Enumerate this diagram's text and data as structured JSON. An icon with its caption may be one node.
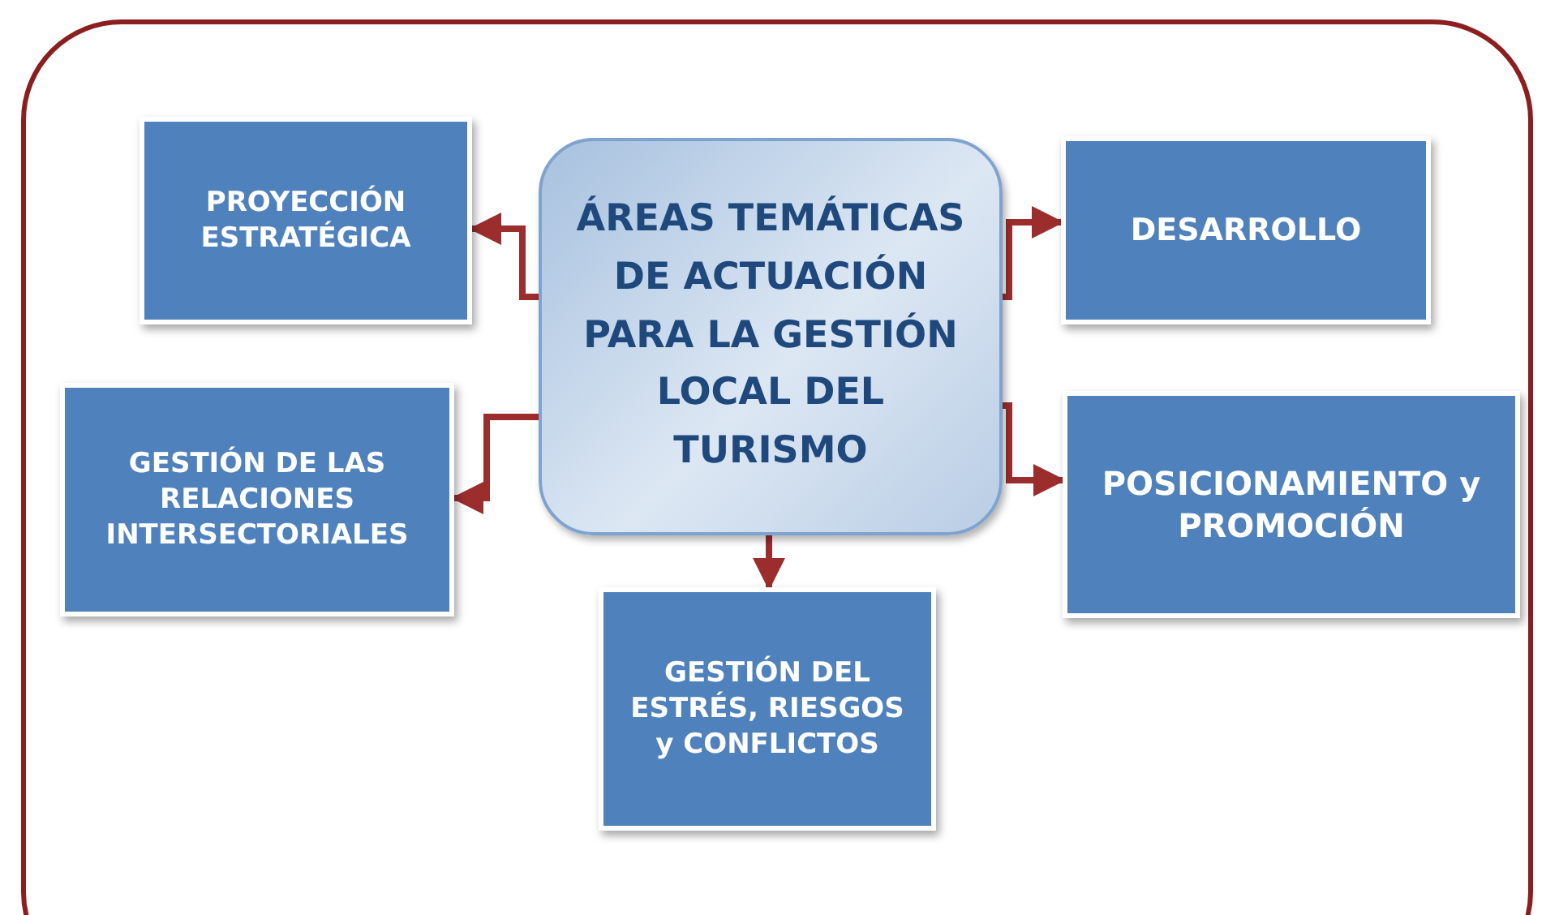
{
  "diagram": {
    "nodes": [
      {
        "text": [
          "ÁREAS TEMÁTICAS DE ACTUACIÓN PARA LA GESTIÓN LOCAL DEL TURISMO"
        ]
      },
      {
        "text": [
          "PROYECCIÓN ESTRATÉGICA"
        ]
      },
      {
        "text": [
          "DESARROLLO"
        ]
      },
      {
        "text": [
          "GESTIÓN DE LAS RELACIONES INTERSECTORIALES"
        ]
      },
      {
        "text": [
          "POSICIONAMIENTO y PROMOCIÓN"
        ]
      },
      {
        "text": [
          "GESTIÓN DEL ESTRÉS, RIESGOS y CONFLICTOS"
        ]
      }
    ],
    "edges": [
      {
        "from": 0,
        "to": 1,
        "arrow": "to"
      },
      {
        "from": 0,
        "to": 2,
        "arrow": "to"
      },
      {
        "from": 0,
        "to": 3,
        "arrow": "to"
      },
      {
        "from": 0,
        "to": 4,
        "arrow": "to"
      },
      {
        "from": 0,
        "to": 5,
        "arrow": "to"
      }
    ]
  }
}
